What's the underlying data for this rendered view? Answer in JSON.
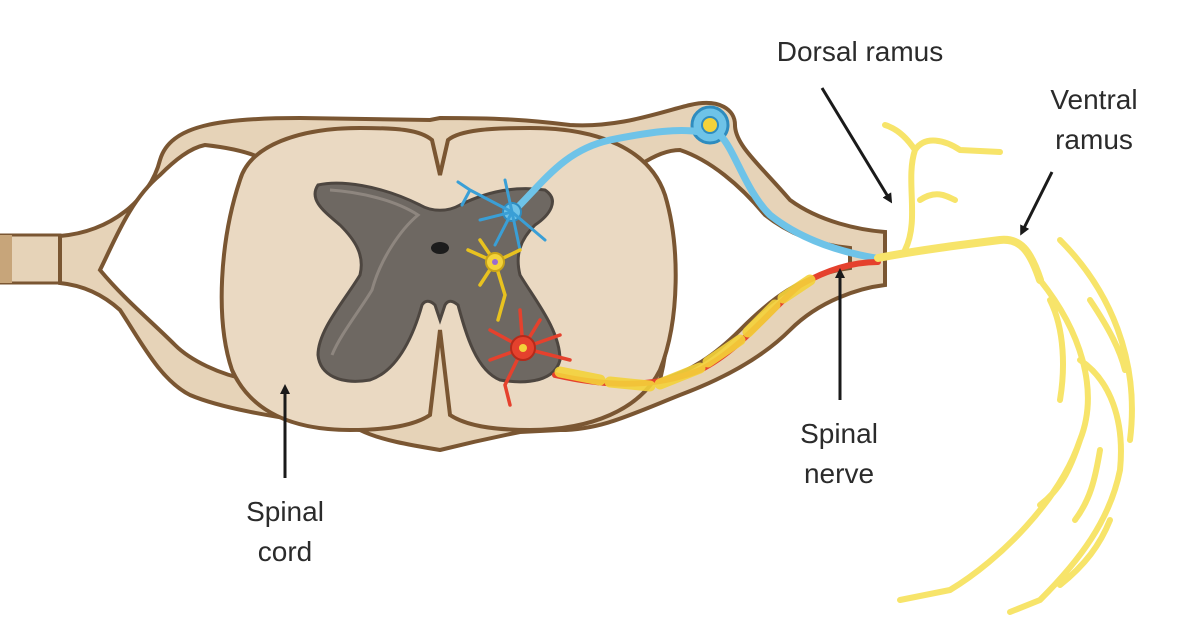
{
  "labels": {
    "dorsal_ramus": [
      "Dorsal ramus"
    ],
    "ventral_ramus": [
      "Ventral",
      "ramus"
    ],
    "spinal_nerve": [
      "Spinal",
      "nerve"
    ],
    "spinal_cord": [
      "Spinal",
      "cord"
    ]
  },
  "colors": {
    "background": "#ffffff",
    "tissue": "#e6d3b8",
    "tissue_outline": "#7a5632",
    "inner_tissue": "#ead9c2",
    "gray_matter": "#6e6862",
    "gray_matter_outline": "#4d4640",
    "nerve_yellow": "#f7e46a",
    "nerve_yellow_outline": "#d8c040",
    "sensory_neuron": "#6ec3e8",
    "interneuron": "#f3d23a",
    "motor_neuron": "#e5412d",
    "arrow": "#1a1a1a",
    "label_text": "#2b2b2b"
  },
  "icons": [
    "sensory-neuron-icon",
    "interneuron-icon",
    "motor-neuron-icon",
    "dorsal-root-ganglion-icon"
  ]
}
